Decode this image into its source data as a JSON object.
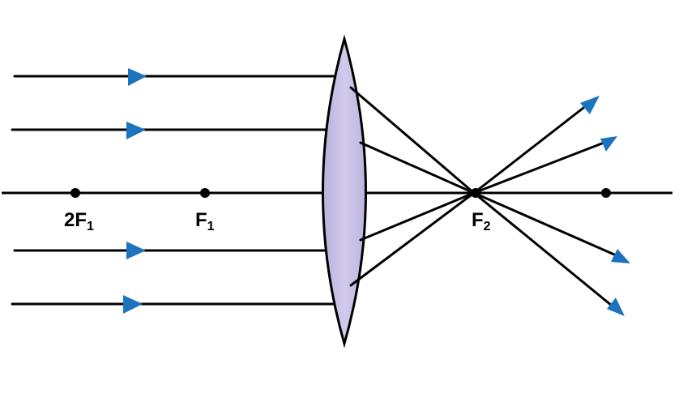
{
  "labels": {
    "two_f1": {
      "main": "2F",
      "sub": "1"
    },
    "f1": {
      "main": "F",
      "sub": "1"
    },
    "f2": {
      "main": "F",
      "sub": "2"
    }
  },
  "colors": {
    "ray": "#000000",
    "arrowhead": "#1e73be",
    "lens_fill": "#c8c0e4",
    "background": "#ffffff"
  },
  "diagram": {
    "lens_type": "convex",
    "incoming_rays": 4,
    "outgoing_rays": 4,
    "icons": [
      "arrowhead-icon"
    ]
  }
}
